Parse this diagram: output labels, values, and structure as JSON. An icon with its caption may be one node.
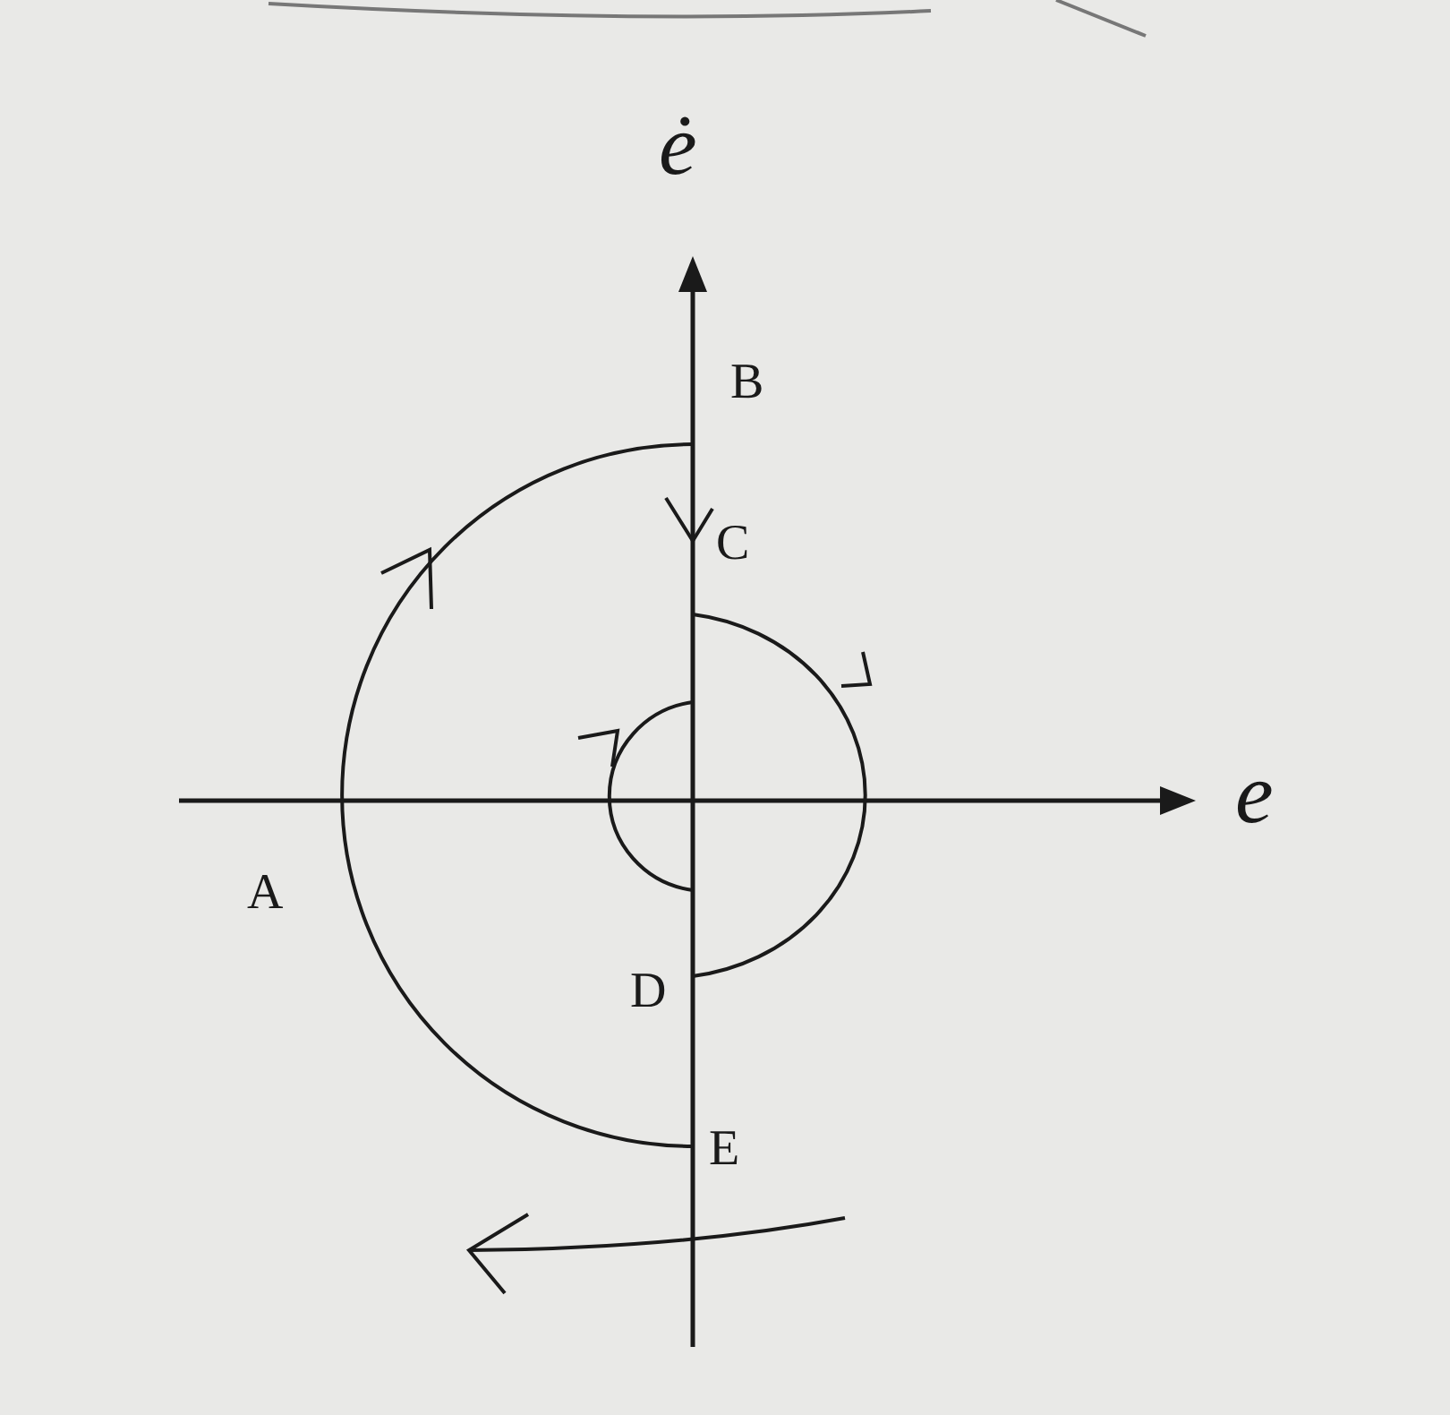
{
  "diagram": {
    "labels": [
      "ė",
      "B",
      "C",
      "e",
      "A",
      "D",
      "E"
    ]
  }
}
